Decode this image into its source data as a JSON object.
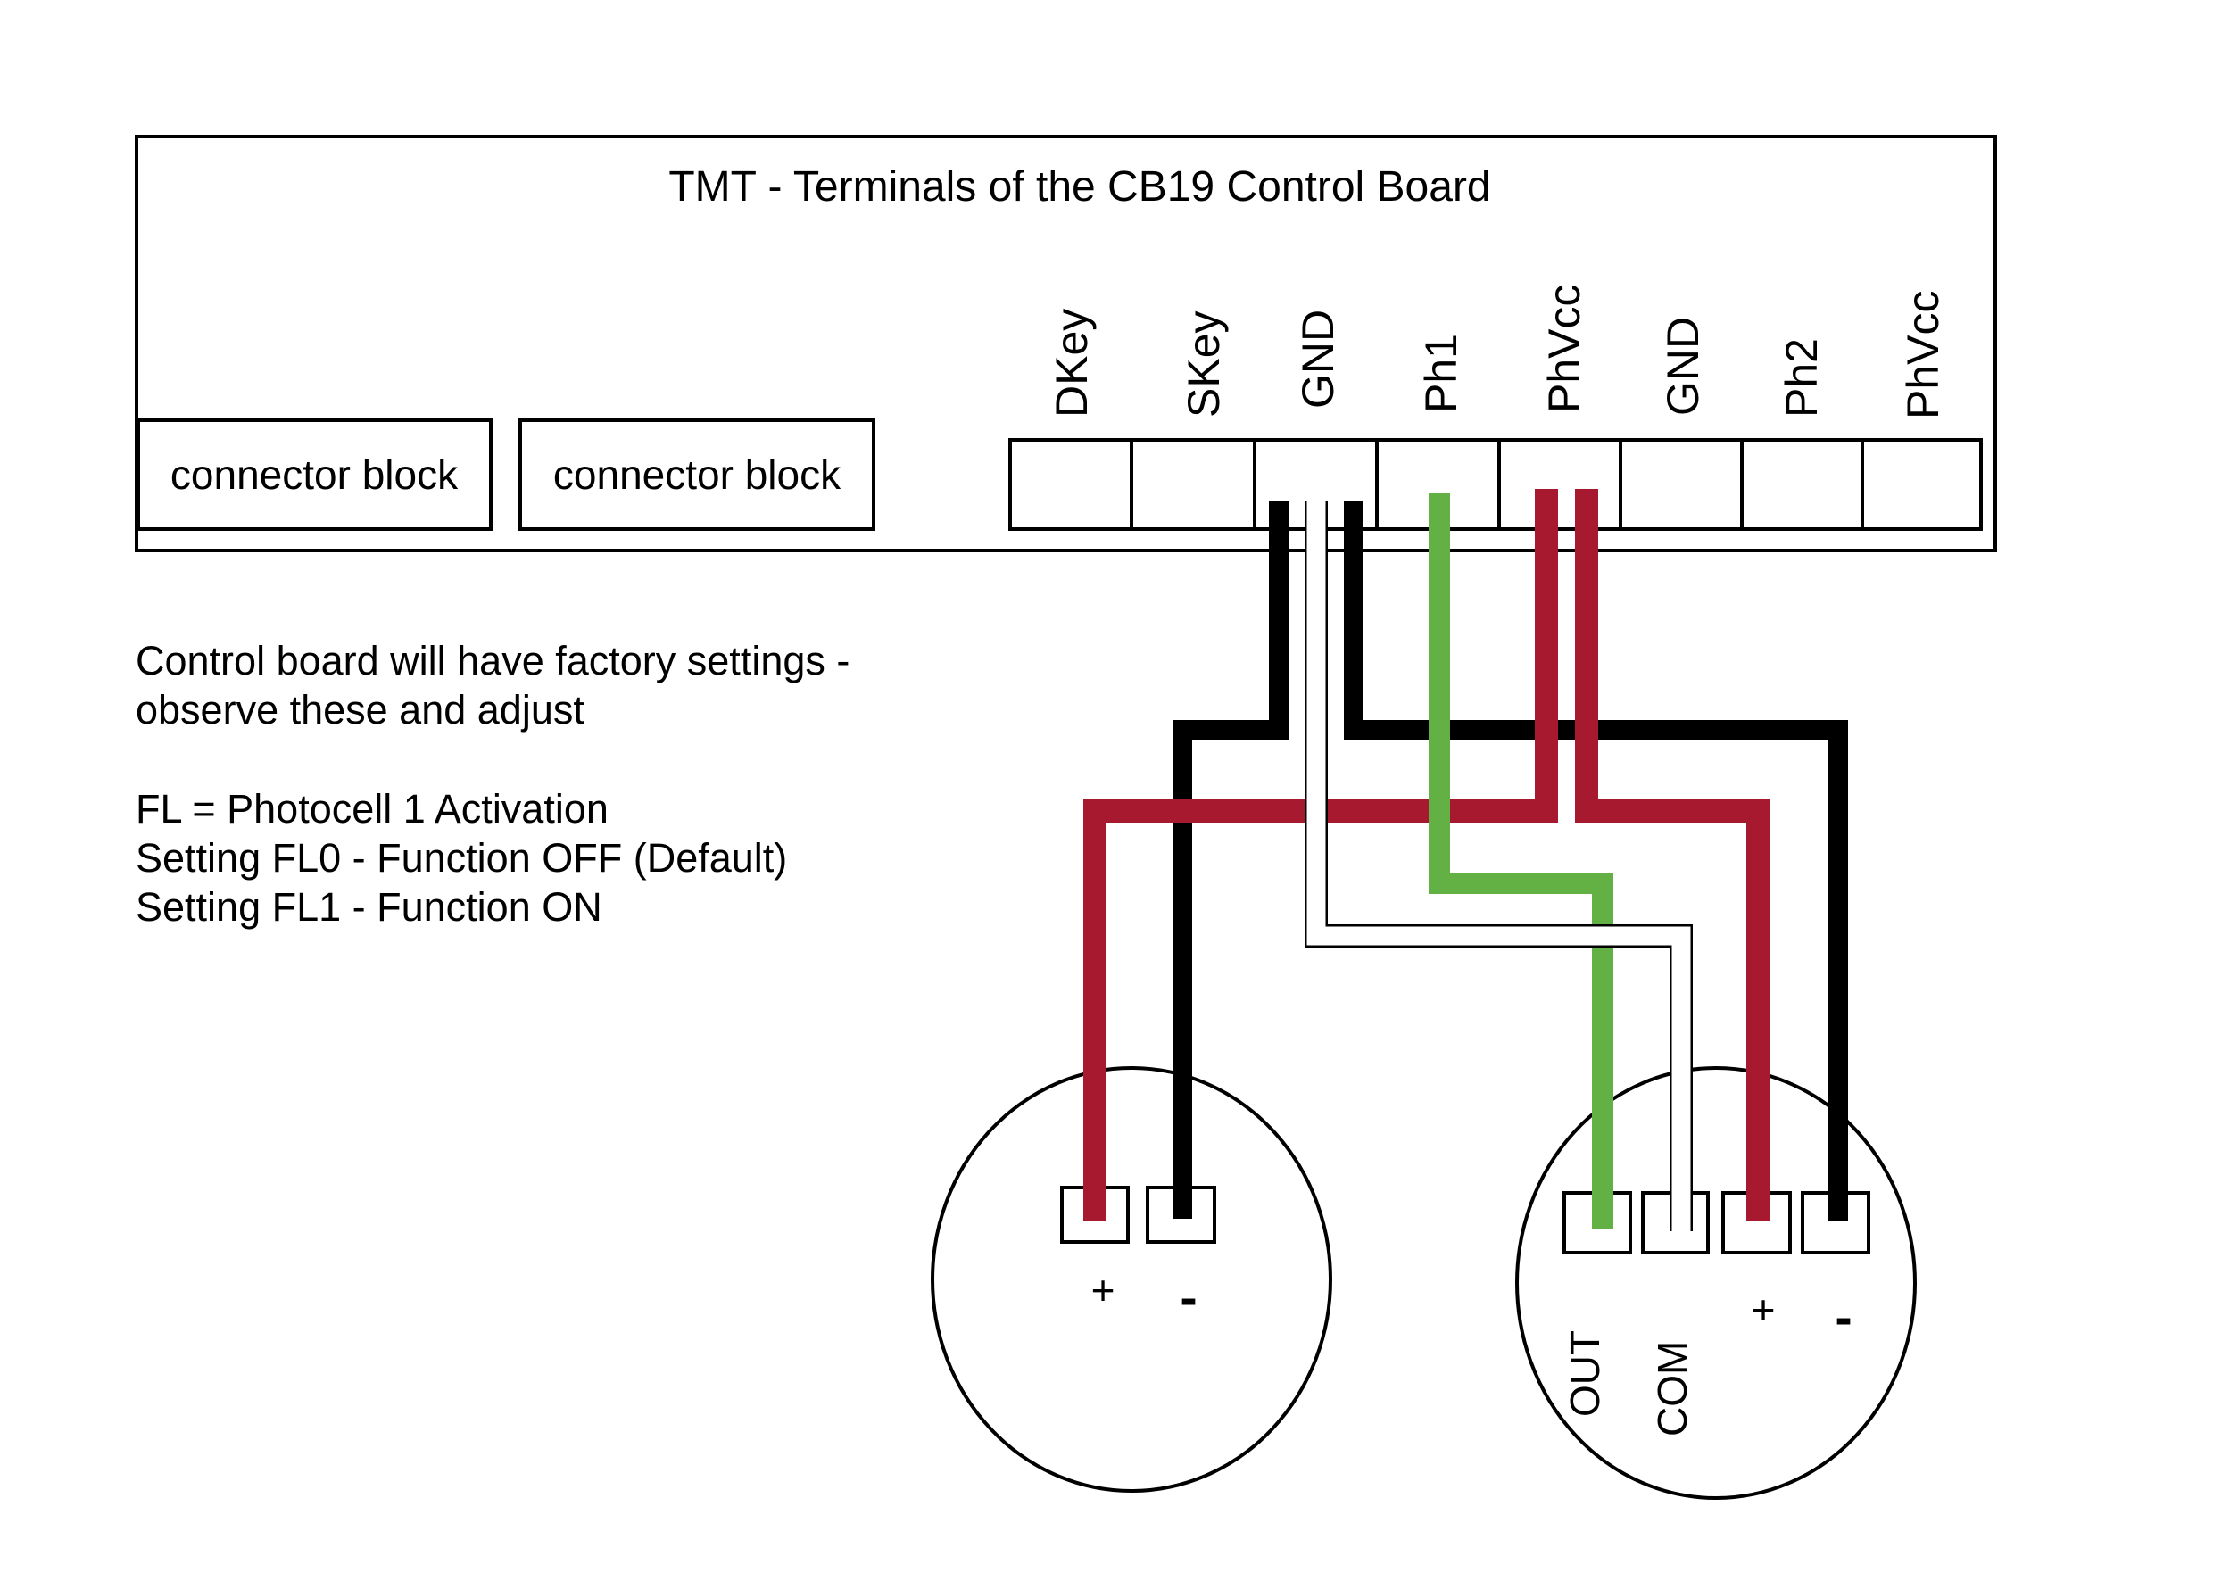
{
  "colors": {
    "wire_black": "#000000",
    "wire_red": "#a6192e",
    "wire_green": "#63b045",
    "wire_white": "#ffffff",
    "outline": "#000000",
    "background": "#ffffff"
  },
  "board": {
    "title": "TMT - Terminals of the CB19 Control Board",
    "connector_blocks": [
      "connector block",
      "connector block"
    ],
    "terminals": [
      "DKey",
      "SKey",
      "GND",
      "Ph1",
      "PhVcc",
      "GND",
      "Ph2",
      "PhVcc"
    ]
  },
  "notes": {
    "line1": "Control board will have factory settings -",
    "line2": "observe these and adjust",
    "line3": "FL = Photocell 1 Activation",
    "line4": "Setting FL0 - Function OFF (Default)",
    "line5": "Setting FL1 - Function ON"
  },
  "transmitter": {
    "terminal_plus": "+",
    "terminal_minus": "-"
  },
  "receiver": {
    "terminal_out": "OUT",
    "terminal_com": "COM",
    "terminal_plus": "+",
    "terminal_minus": "-"
  },
  "wires": [
    {
      "name": "black-wire-gnd-to-transmitter-minus",
      "color": "black"
    },
    {
      "name": "black-wire-gnd-to-receiver-minus",
      "color": "black"
    },
    {
      "name": "white-wire-gnd-to-receiver-com",
      "color": "white"
    },
    {
      "name": "green-wire-ph1-to-receiver-out",
      "color": "green"
    },
    {
      "name": "red-wire-phvcc-to-transmitter-plus",
      "color": "red"
    },
    {
      "name": "red-wire-phvcc-to-receiver-plus",
      "color": "red"
    }
  ]
}
